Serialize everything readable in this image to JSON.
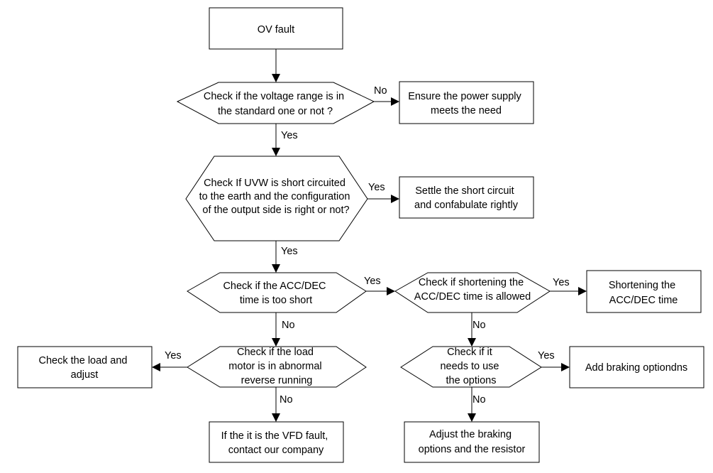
{
  "nodes": {
    "n_ov": [
      "OV fault"
    ],
    "n_volt": [
      "Check if the voltage range is in",
      "the standard one or not ?"
    ],
    "n_power": [
      "Ensure the power supply",
      "meets the need"
    ],
    "n_uvw": [
      "Check If UVW is short circuited",
      "to the earth and the configuration",
      "of the output side is right or not?"
    ],
    "n_settle": [
      "Settle the short circuit",
      "and confabulate rightly"
    ],
    "n_acc": [
      "Check if the ACC/DEC",
      "time is too short"
    ],
    "n_shortok": [
      "Check if shortening the",
      "ACC/DEC time is allowed"
    ],
    "n_shorten": [
      "Shortening the",
      "ACC/DEC time"
    ],
    "n_loadq": [
      "Check if the load",
      "motor is in abnormal",
      "reverse running"
    ],
    "n_loadadj": [
      "Check the load and",
      "adjust"
    ],
    "n_vfd": [
      "If the it is the VFD fault,",
      "contact our company"
    ],
    "n_optq": [
      "Check if it",
      "needs to use",
      "the options"
    ],
    "n_addbrk": [
      "Add braking optiondns"
    ],
    "n_adjbrk": [
      "Adjust the braking",
      "options and the resistor"
    ]
  },
  "edges": [
    {
      "id": "e_ov_volt",
      "label": ""
    },
    {
      "id": "e_volt_power",
      "label": "No"
    },
    {
      "id": "e_volt_uvw",
      "label": "Yes"
    },
    {
      "id": "e_uvw_settle",
      "label": "Yes"
    },
    {
      "id": "e_uvw_acc",
      "label": "Yes"
    },
    {
      "id": "e_acc_shortok",
      "label": "Yes"
    },
    {
      "id": "e_shortok_shorten",
      "label": "Yes"
    },
    {
      "id": "e_acc_loadq",
      "label": "No"
    },
    {
      "id": "e_loadq_loadadj",
      "label": "Yes"
    },
    {
      "id": "e_loadq_vfd",
      "label": "No"
    },
    {
      "id": "e_shortok_optq",
      "label": "No"
    },
    {
      "id": "e_optq_addbrk",
      "label": "Yes"
    },
    {
      "id": "e_optq_adjbrk",
      "label": "No"
    }
  ]
}
